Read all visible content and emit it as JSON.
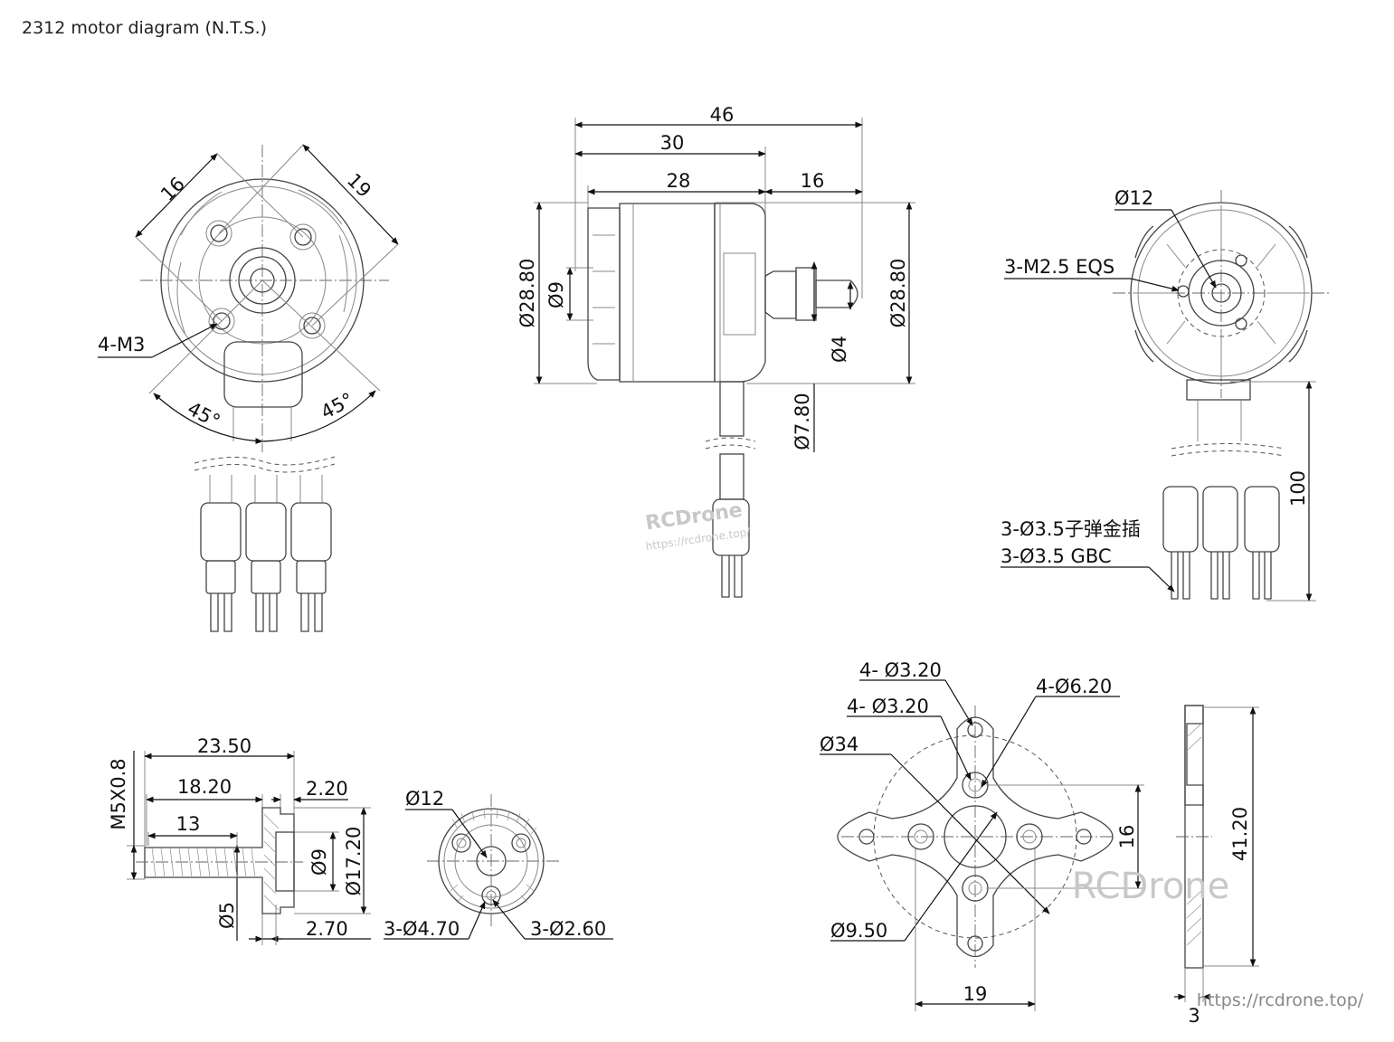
{
  "title": "2312 motor diagram (N.T.S.)",
  "front_view": {
    "dim_left": "16",
    "dim_right": "19",
    "mount_label": "4-M3",
    "angle_left": "45°",
    "angle_right": "45°"
  },
  "side_view": {
    "length_total": "46",
    "length_30": "30",
    "body_length": "28",
    "shaft_length": "16",
    "diameter_left": "Ø28.80",
    "base_diameter": "Ø9",
    "diameter_right": "Ø28.80",
    "shaft_diameter": "Ø4",
    "shaft_collar_diameter": "Ø7.80"
  },
  "back_view": {
    "center_diameter": "Ø12",
    "screw_label": "3-M2.5 EQS",
    "lead_length": "100",
    "connector_label_cn": "3-Ø3.5子弹金插",
    "connector_label_en": "3-Ø3.5 GBC"
  },
  "prop_adapter_side": {
    "total_length": "23.50",
    "length_18": "18.20",
    "thread_length": "13",
    "thread_spec": "M5X0.8",
    "flange_thickness": "2.20",
    "inner_diameter": "Ø9",
    "outer_diameter": "Ø17.20",
    "bore_diameter": "Ø5",
    "base_thickness": "2.70"
  },
  "prop_adapter_top": {
    "center_diameter": "Ø12",
    "hole_large": "3-Ø4.70",
    "hole_small": "3-Ø2.60"
  },
  "x_mount_top": {
    "hole_a": "4- Ø3.20",
    "hole_b": "4- Ø3.20",
    "hole_c": "4-Ø6.20",
    "circle_diameter": "Ø34",
    "hub_diameter": "Ø9.50",
    "spacing_v": "16",
    "spacing_h": "19"
  },
  "x_mount_side": {
    "height": "41.20",
    "thickness": "3"
  },
  "watermarks": {
    "brand": "RCDrone",
    "url_small": "https://rcdrone.top/",
    "url": "https://rcdrone.top/"
  }
}
